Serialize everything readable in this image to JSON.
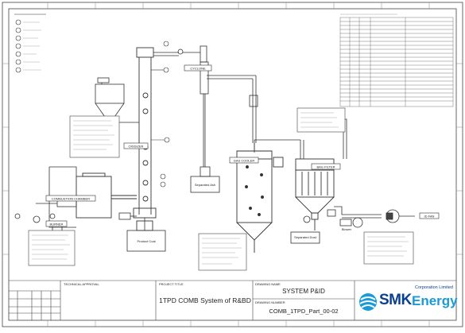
{
  "title_block": {
    "technical_approval": "TECHNICAL APPROVAL",
    "project_title_label": "PROJECT TITLE",
    "project_title": "1TPD COMB System of R&BD",
    "drawing_name_label": "DRAWING NAME",
    "drawing_name": "SYSTEM P&ID",
    "drawing_number_label": "DRAWING NUMBER",
    "drawing_number": "COMB_1TPD_Part_00-02"
  },
  "logo": {
    "tagline": "Corporation Limited",
    "brand": "SMK",
    "brand_suffix": "Energy",
    "brand_color": "#0b3f8f",
    "accent_color": "#1a9bd7"
  },
  "tags": {
    "cyclone": "CYCLONE",
    "oxidizer": "OXIDIZER",
    "combustion_chamber": "COMBUSTION CHAMBER",
    "burner": "BURNER",
    "gas_cooler": "GAS COOLER",
    "bag_filter": "BAG FILTER",
    "id_fan": "ID FAN"
  },
  "labels": {
    "product_coal": "Product Coal",
    "separated_ash": "Separated Ash",
    "separated_dust": "Separated Dust",
    "blower": "Blower"
  }
}
